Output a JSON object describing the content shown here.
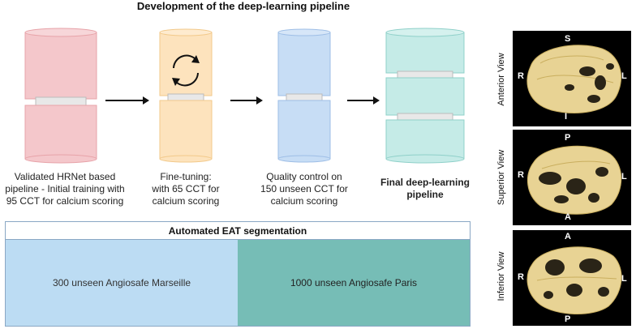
{
  "title": "Development of the deep-learning pipeline",
  "steps": [
    {
      "caption": "Validated HRNet based\npipeline - Initial training with\n95 CCT for calcium scoring",
      "color": "#f4c7cb",
      "stroke": "#e7a3a9"
    },
    {
      "caption": "Fine-tuning:\nwith 65 CCT for\ncalcium scoring",
      "color": "#fde3bd",
      "stroke": "#f2c98a"
    },
    {
      "caption": "Quality control on\n150 unseen CCT for\ncalcium scoring",
      "color": "#c7ddf5",
      "stroke": "#9ebee6"
    },
    {
      "caption": "Final deep-learning\npipeline",
      "color": "#c5ebe7",
      "stroke": "#8fd0c9",
      "bold": true
    }
  ],
  "eat": {
    "header": "Automated EAT segmentation",
    "left": "300 unseen Angiosafe Marseille",
    "right": "1000 unseen Angiosafe Paris"
  },
  "views": [
    {
      "name": "Anterior View",
      "top": "S",
      "bottom": "I",
      "left": "R",
      "right": "L"
    },
    {
      "name": "Superior View",
      "top": "P",
      "bottom": "A",
      "left": "R",
      "right": "L"
    },
    {
      "name": "Inferior View",
      "top": "A",
      "bottom": "P",
      "left": "R",
      "right": "L"
    }
  ],
  "icons": [
    "refresh-cycle-icon",
    "right-arrow-icon"
  ]
}
